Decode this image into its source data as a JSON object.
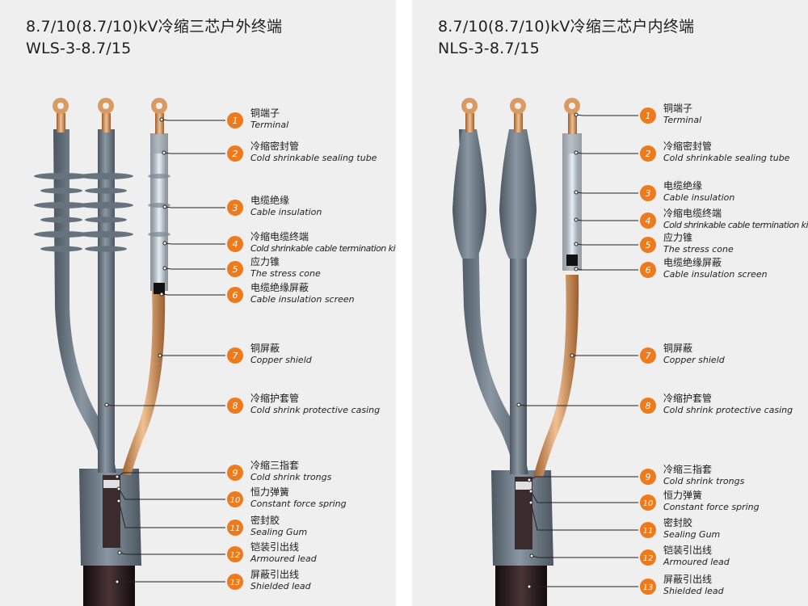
{
  "panels": [
    {
      "title_line1": "8.7/10(8.7/10)kV冷缩三芯户外终端",
      "title_line2": "WLS-3-8.7/15",
      "labels": [
        {
          "num": "1",
          "zh": "铜端子",
          "en": "Terminal"
        },
        {
          "num": "2",
          "zh": "冷缩密封管",
          "en": "Cold shrinkable sealing tube"
        },
        {
          "num": "3",
          "zh": "电缆绝缘",
          "en": "Cable insulation"
        },
        {
          "num": "4",
          "zh": "冷缩电缆终端",
          "en": "Cold shrinkable cable termination kit"
        },
        {
          "num": "5",
          "zh": "应力锥",
          "en": "The stress cone"
        },
        {
          "num": "6",
          "zh": "电缆绝缘屏蔽",
          "en": "Cable insulation screen"
        },
        {
          "num": "7",
          "zh": "铜屏蔽",
          "en": "Copper shield"
        },
        {
          "num": "8",
          "zh": "冷缩护套管",
          "en": "Cold shrink protective casing"
        },
        {
          "num": "9",
          "zh": "冷缩三指套",
          "en": "Cold shrink trongs"
        },
        {
          "num": "10",
          "zh": "恒力弹簧",
          "en": "Constant force spring"
        },
        {
          "num": "11",
          "zh": "密封胶",
          "en": "Sealing Gum"
        },
        {
          "num": "12",
          "zh": "铠装引出线",
          "en": "Armoured lead"
        },
        {
          "num": "13",
          "zh": "屏蔽引出线",
          "en": "Shielded lead"
        }
      ]
    },
    {
      "title_line1": "8.7/10(8.7/10)kV冷缩三芯户内终端",
      "title_line2": "NLS-3-8.7/15",
      "labels": [
        {
          "num": "1",
          "zh": "铜端子",
          "en": "Terminal"
        },
        {
          "num": "2",
          "zh": "冷缩密封管",
          "en": "Cold shrinkable sealing tube"
        },
        {
          "num": "3",
          "zh": "电缆绝缘",
          "en": "Cable insulation"
        },
        {
          "num": "4",
          "zh": "冷缩电缆终端",
          "en": "Cold shrinkable cable termination kit"
        },
        {
          "num": "5",
          "zh": "应力锥",
          "en": "The stress cone"
        },
        {
          "num": "6",
          "zh": "电缆绝缘屏蔽",
          "en": "Cable insulation screen"
        },
        {
          "num": "7",
          "zh": "铜屏蔽",
          "en": "Copper shield"
        },
        {
          "num": "8",
          "zh": "冷缩护套管",
          "en": "Cold shrink protective casing"
        },
        {
          "num": "9",
          "zh": "冷缩三指套",
          "en": "Cold shrink trongs"
        },
        {
          "num": "10",
          "zh": "恒力弹簧",
          "en": "Constant force spring"
        },
        {
          "num": "11",
          "zh": "密封胶",
          "en": "Sealing Gum"
        },
        {
          "num": "12",
          "zh": "铠装引出线",
          "en": "Armoured lead"
        },
        {
          "num": "13",
          "zh": "屏蔽引出线",
          "en": "Shielded lead"
        }
      ]
    }
  ],
  "colors": {
    "badge": "#ee7a1c",
    "rubber": "#6e7b86",
    "rubber_dark": "#4f5a64",
    "copper": "#c8864a",
    "copper_light": "#e9b98b",
    "cable_core": "#2a1d1d",
    "insulation": "#c9d3dc",
    "leader": "#222222",
    "panel_bg": "#efefef"
  }
}
